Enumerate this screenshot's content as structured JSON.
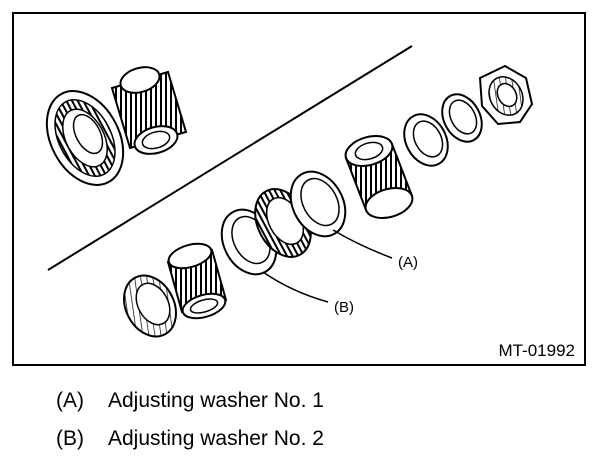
{
  "figure": {
    "code": "MT-01992",
    "callouts": {
      "a": "(A)",
      "b": "(B)"
    }
  },
  "legend": [
    {
      "key": "(A)",
      "text": "Adjusting washer No. 1"
    },
    {
      "key": "(B)",
      "text": "Adjusting washer No. 2"
    }
  ]
}
